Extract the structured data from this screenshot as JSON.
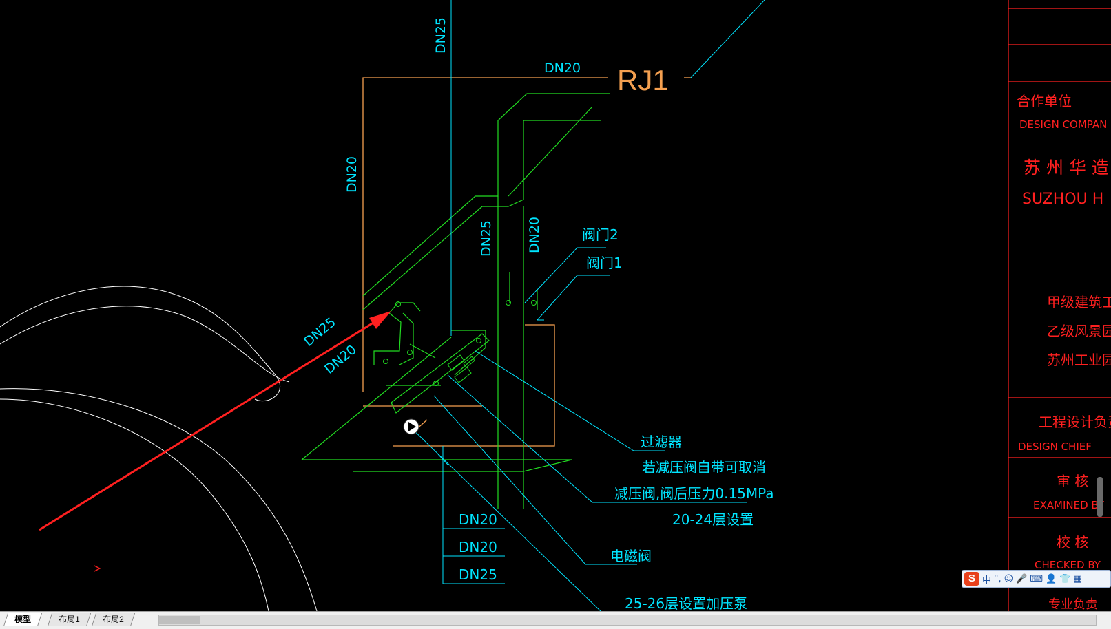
{
  "cad": {
    "riser_label": "RJ1",
    "pipe_labels": {
      "top_riser": "DN25",
      "top_horizontal": "DN20",
      "left_vertical": "DN20",
      "center_riser": "DN25",
      "right_riser": "DN20",
      "diag_upper": "DN25",
      "diag_lower": "DN20"
    },
    "callouts": {
      "valve2": "阀门2",
      "valve1": "阀门1",
      "filter": "过滤器",
      "note_prv": "若减压阀自带可取消",
      "prv": "减压阀,阀后压力0.15MPa",
      "floors_20_24": "20-24层设置",
      "solenoid": "电磁阀",
      "floors_25_26": "25-26层设置加压泵"
    },
    "legend_table": [
      "DN20",
      "DN20",
      "DN25"
    ],
    "title_block": {
      "partner_cn": "合作单位",
      "partner_en": "DESIGN COMPAN",
      "company_cn": "苏 州 华 造",
      "company_en": "SUZHOU H",
      "qual1": "甲级建筑工",
      "qual2": "乙级风景园",
      "qual3": "苏州工业园",
      "chief_cn": "工程设计负责",
      "chief_en": "DESIGN  CHIEF",
      "examined_cn": "审 核",
      "examined_en": "EXAMINED BY",
      "checked_cn": "校 核",
      "checked_en": "CHECKED BY",
      "specialty_cn": "专业负责"
    },
    "colors": {
      "background": "#000000",
      "cyan": "#00e5ff",
      "green": "#22dd22",
      "orange": "#f5a050",
      "red": "#ff2020",
      "white": "#ffffff"
    }
  },
  "tabs": [
    "模型",
    "布局1",
    "布局2"
  ],
  "ime": {
    "logo": "S",
    "mode": "中",
    "punct": "°,",
    "icons": [
      "emoji-icon",
      "mic-icon",
      "keyboard-icon",
      "user-icon",
      "shirt-icon",
      "grid-icon"
    ]
  }
}
